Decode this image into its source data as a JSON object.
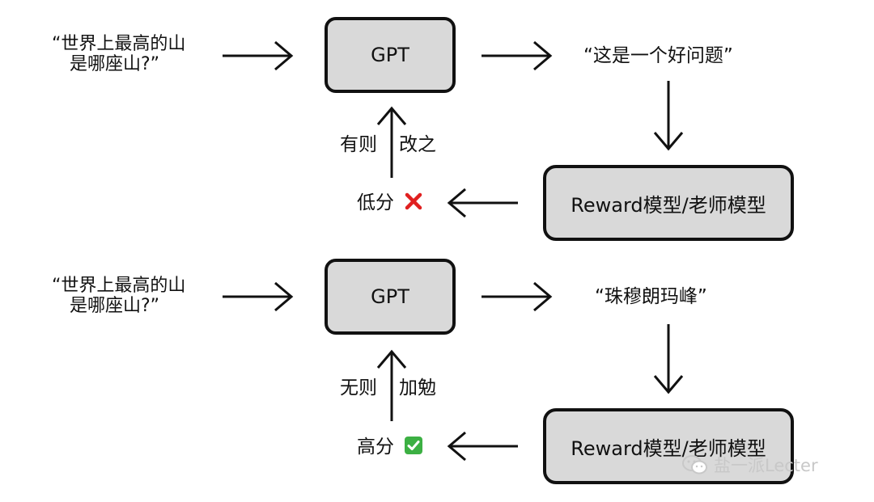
{
  "top": {
    "question_line1": "“世界上最高的山",
    "question_line2": "是哪座山?”",
    "gpt_label": "GPT",
    "answer": "“这是一个好问题”",
    "reward_label": "Reward模型/老师模型",
    "score_label": "低分",
    "feedback_left": "有则",
    "feedback_right": "改之",
    "mark_icon": "red-cross-icon"
  },
  "bottom": {
    "question_line1": "“世界上最高的山",
    "question_line2": "是哪座山?”",
    "gpt_label": "GPT",
    "answer": "“珠穆朗玛峰”",
    "reward_label": "Reward模型/老师模型",
    "score_label": "高分",
    "feedback_left": "无则",
    "feedback_right": "加勉",
    "mark_icon": "green-check-icon"
  },
  "watermark": {
    "text": "盐一派Lecter",
    "icon": "wechat-icon"
  },
  "colors": {
    "box_fill": "#d9d9d9",
    "cross": "#e02020",
    "check": "#3cb043"
  }
}
